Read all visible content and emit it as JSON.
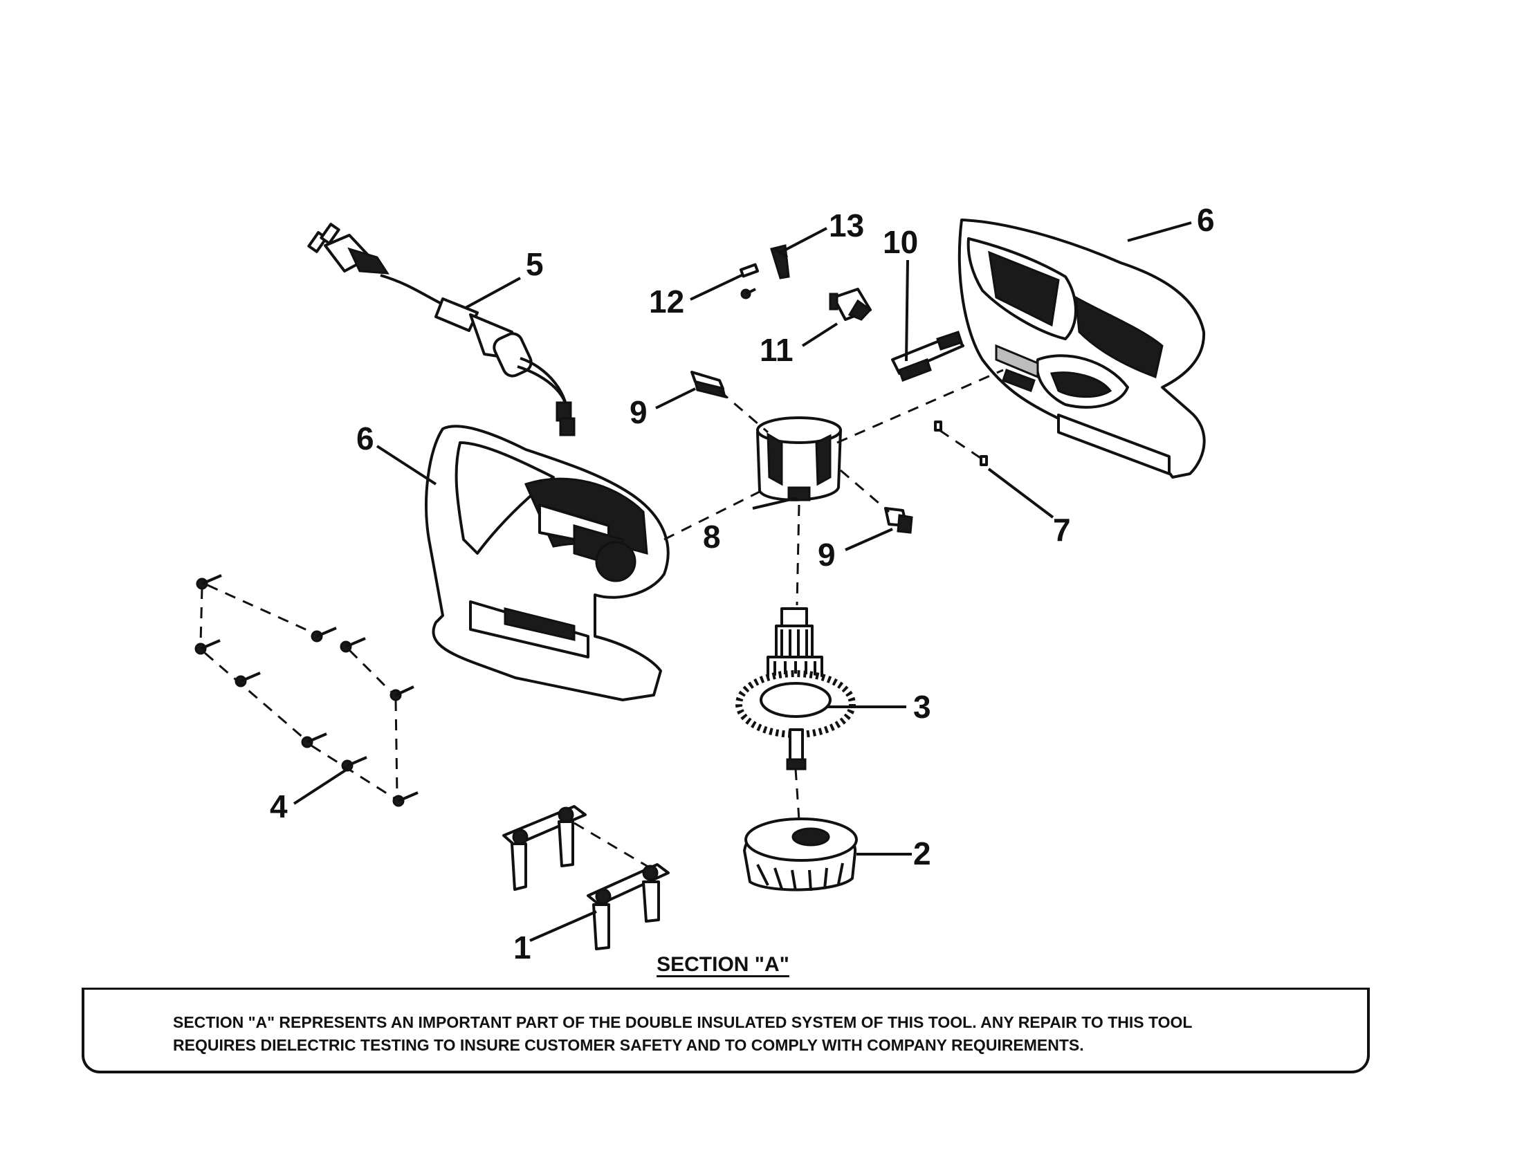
{
  "callouts": {
    "c1": "1",
    "c2": "2",
    "c3": "3",
    "c4": "4",
    "c5": "5",
    "c6a": "6",
    "c6b": "6",
    "c7": "7",
    "c8": "8",
    "c9a": "9",
    "c9b": "9",
    "c10": "10",
    "c11": "11",
    "c12": "12",
    "c13": "13"
  },
  "section": {
    "title": "SECTION \"A\"",
    "notice_line1": "SECTION \"A\" REPRESENTS AN IMPORTANT PART OF THE DOUBLE INSULATED SYSTEM OF THIS TOOL. ANY REPAIR TO THIS TOOL",
    "notice_line2": "REQUIRES DIELECTRIC TESTING TO INSURE CUSTOMER SAFETY AND TO COMPLY WITH COMPANY REQUIREMENTS."
  }
}
